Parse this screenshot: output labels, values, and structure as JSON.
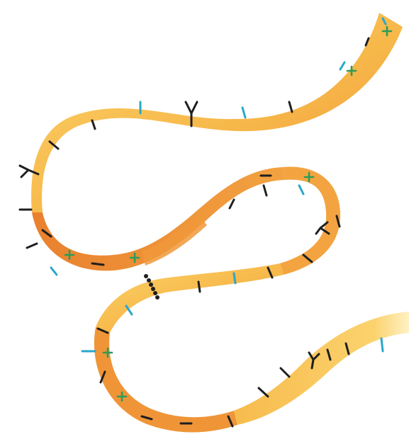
{
  "colors": {
    "background": "#ffffff",
    "ribbon_light": "#fbd36a",
    "ribbon_mid": "#f4a83e",
    "ribbon_dark": "#e47a2c",
    "mark_black": "#1f1f1f",
    "mark_blue": "#2aa7c9",
    "mark_green": "#2e9c57"
  },
  "legend": [],
  "mark_types": [
    "dash",
    "charged-plus",
    "y-branch",
    "bead-chain"
  ]
}
